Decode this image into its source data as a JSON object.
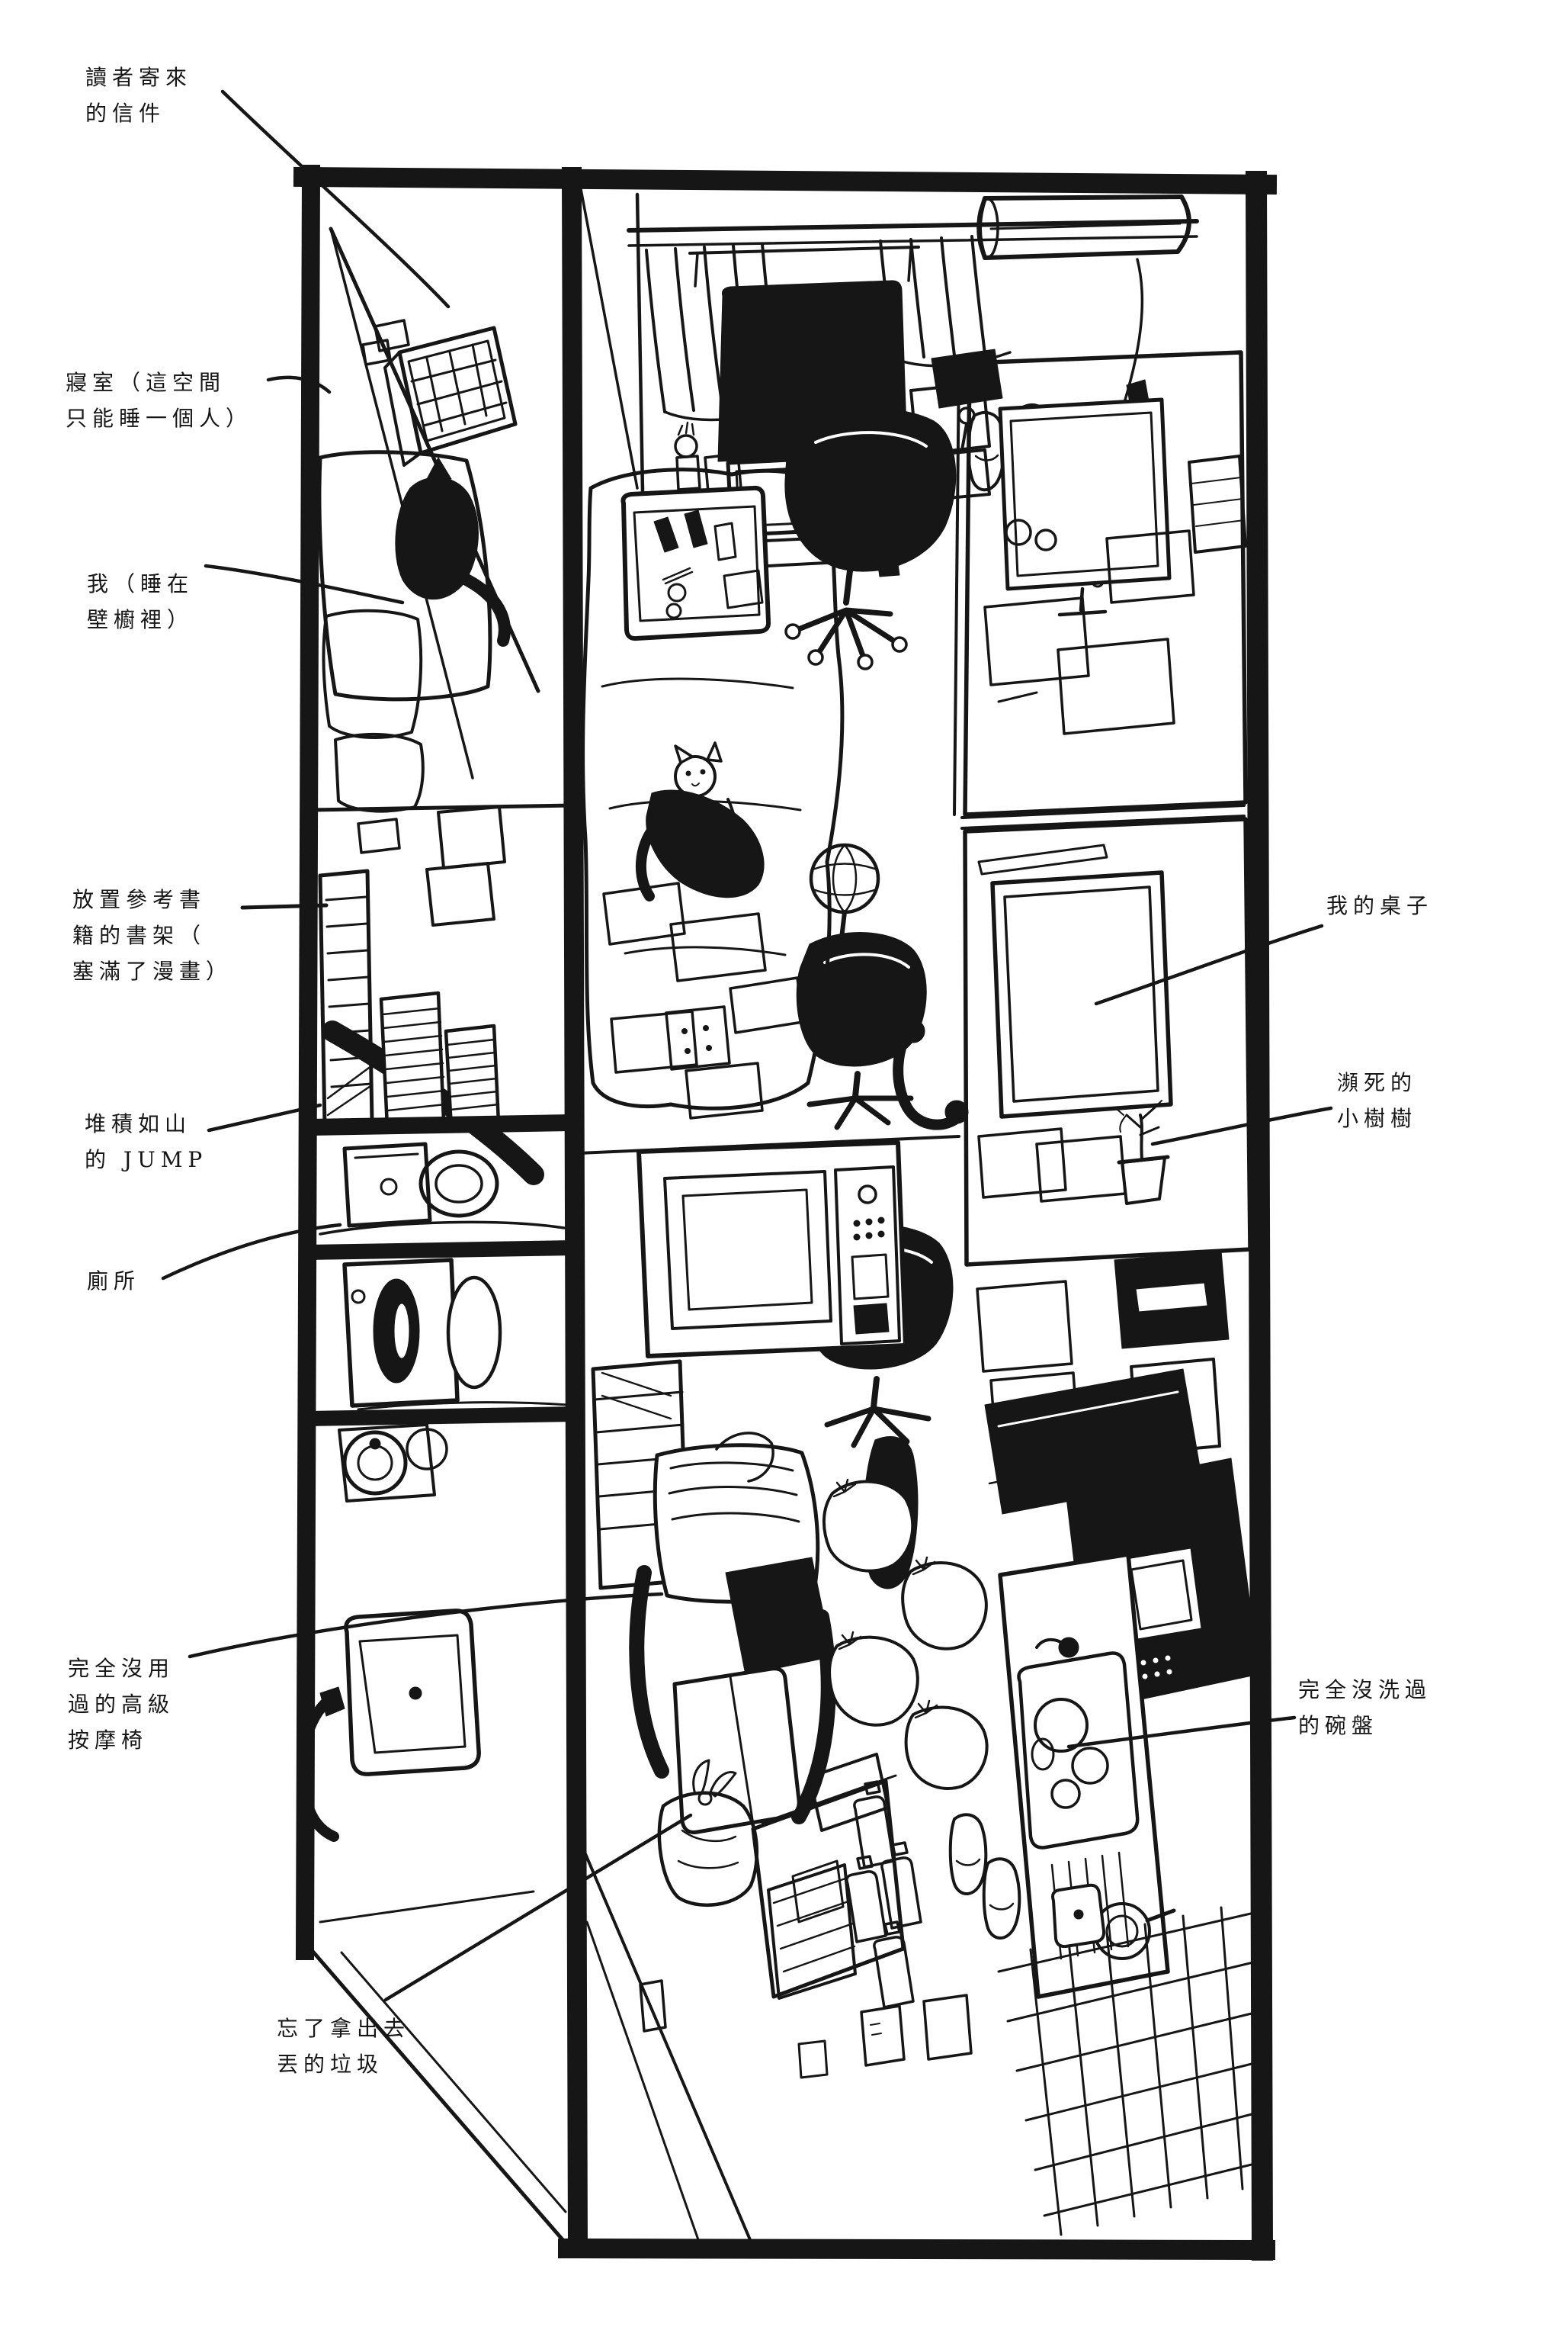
{
  "colors": {
    "ink": "#161616",
    "paper": "#ffffff"
  },
  "labels": {
    "reader_letters": {
      "text": "讀者寄來\n的信件"
    },
    "bedroom": {
      "text": "寢室（這空間\n只能睡一個人）"
    },
    "me_in_closet": {
      "text": "我（睡在\n壁櫥裡）"
    },
    "bookshelf": {
      "text": "放置參考書\n籍的書架（\n塞滿了漫畫）"
    },
    "jump_pile": {
      "text": "堆積如山\n的 JUMP"
    },
    "toilet": {
      "text": "廁所"
    },
    "my_desk": {
      "text": "我的桌子"
    },
    "dying_tree": {
      "text": "瀕死的\n小樹樹"
    },
    "massage_chair": {
      "text": "完全沒用\n過的高級\n按摩椅"
    },
    "forgotten_garbage": {
      "text": "忘了拿出去\n丟的垃圾"
    },
    "unwashed_dishes": {
      "text": "完全沒洗過\n的碗盤"
    }
  }
}
